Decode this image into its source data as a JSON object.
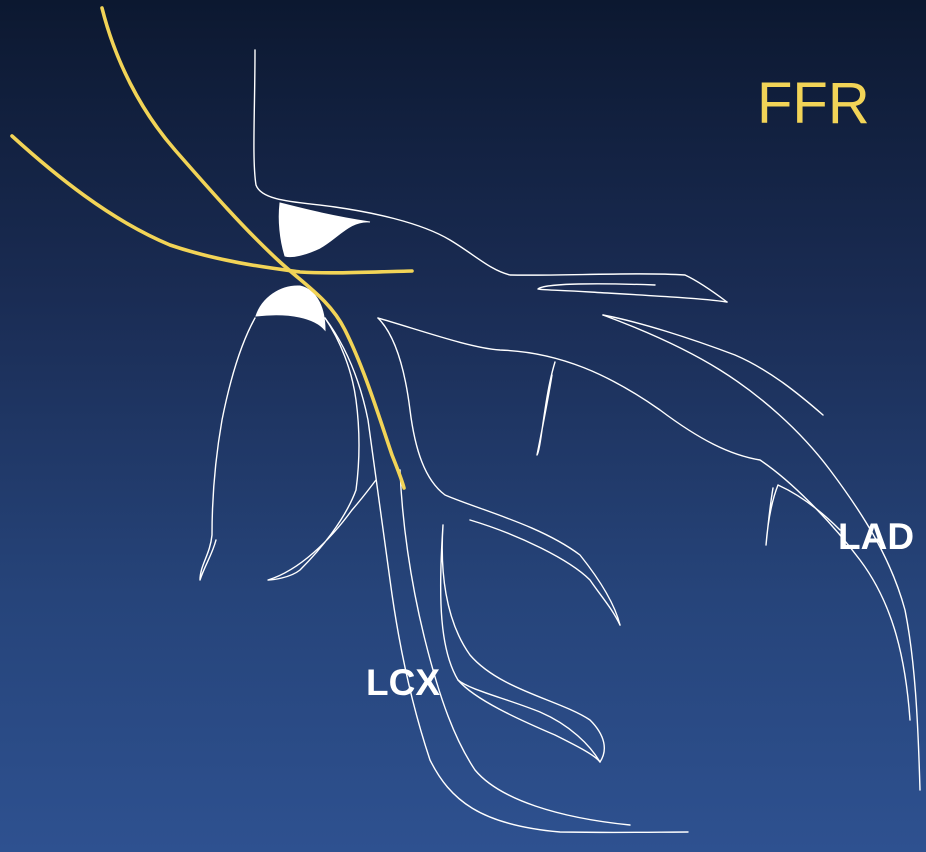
{
  "title": "FFR",
  "labels": {
    "lcx": "LCX",
    "lad": "LAD"
  },
  "colors": {
    "background_top": "#0c1830",
    "background_bottom": "#2e5190",
    "title": "#f2d457",
    "guide_wire": "#f2d457",
    "vessel_outline": "#ffffff",
    "label": "#ffffff"
  }
}
